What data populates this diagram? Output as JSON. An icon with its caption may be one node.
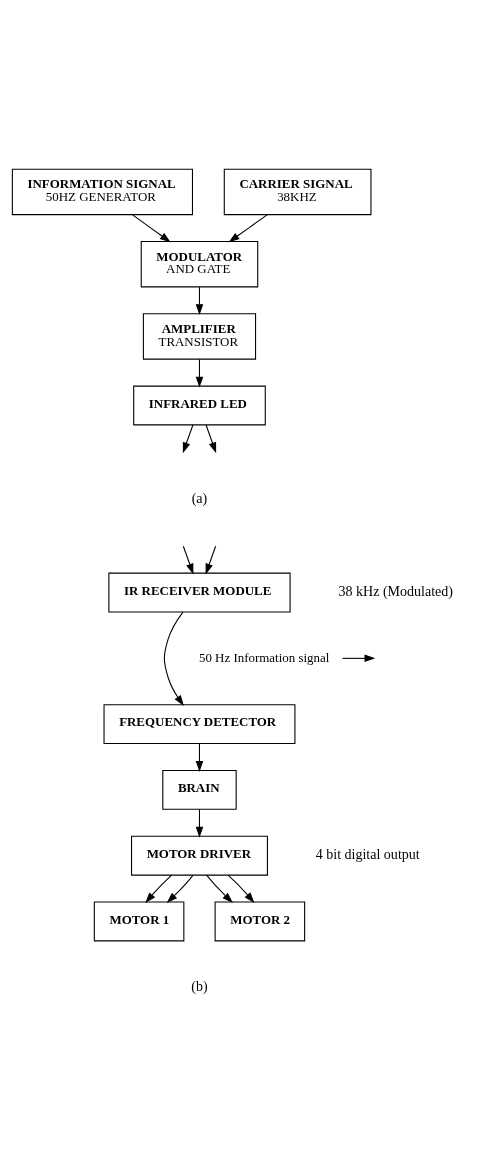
{
  "diagram": {
    "nodes": [
      {
        "text": [
          "INFORMATION SIGNAL",
          "50HZ GENERATOR"
        ]
      },
      {
        "text": [
          "CARRIER SIGNAL",
          "38KHZ"
        ]
      },
      {
        "text": [
          "MODULATOR",
          "AND GATE"
        ]
      },
      {
        "text": [
          "AMPLIFIER",
          "TRANSISTOR"
        ]
      },
      {
        "text": [
          "INFRARED LED"
        ]
      },
      {
        "text": [
          "IR RECEIVER MODULE"
        ]
      },
      {
        "text": [
          "FREQUENCY DETECTOR"
        ]
      },
      {
        "text": [
          "BRAIN"
        ]
      },
      {
        "text": [
          "MOTOR DRIVER"
        ]
      },
      {
        "text": [
          "MOTOR 1"
        ]
      },
      {
        "text": [
          "MOTOR 2"
        ]
      },
      {
        "text": [
          "50 Hz Information signal"
        ]
      }
    ],
    "edges": [
      {
        "from": 0,
        "to": 2,
        "arrow": "to"
      },
      {
        "from": 1,
        "to": 2,
        "arrow": "to"
      },
      {
        "from": 2,
        "to": 3,
        "arrow": "to"
      },
      {
        "from": 3,
        "to": 4,
        "arrow": "to"
      },
      {
        "from": 4,
        "to": null,
        "arrow": "to"
      },
      {
        "from": 4,
        "to": null,
        "arrow": "to"
      },
      {
        "from": null,
        "to": 5,
        "arrow": "to"
      },
      {
        "from": null,
        "to": 5,
        "arrow": "to"
      },
      {
        "from": 5,
        "to": 6,
        "arrow": "to"
      },
      {
        "from": 11,
        "to": null,
        "arrow": "to"
      },
      {
        "from": 6,
        "to": 7,
        "arrow": "to"
      },
      {
        "from": 7,
        "to": 8,
        "arrow": "to"
      },
      {
        "from": 8,
        "to": 9,
        "arrow": "to"
      },
      {
        "from": 8,
        "to": 9,
        "arrow": "to"
      },
      {
        "from": 8,
        "to": 10,
        "arrow": "to"
      },
      {
        "from": 8,
        "to": 10,
        "arrow": "to"
      }
    ],
    "labels": [
      "(a)",
      "38 kHz (Modulated)",
      "4 bit digital output",
      "(b)"
    ]
  }
}
